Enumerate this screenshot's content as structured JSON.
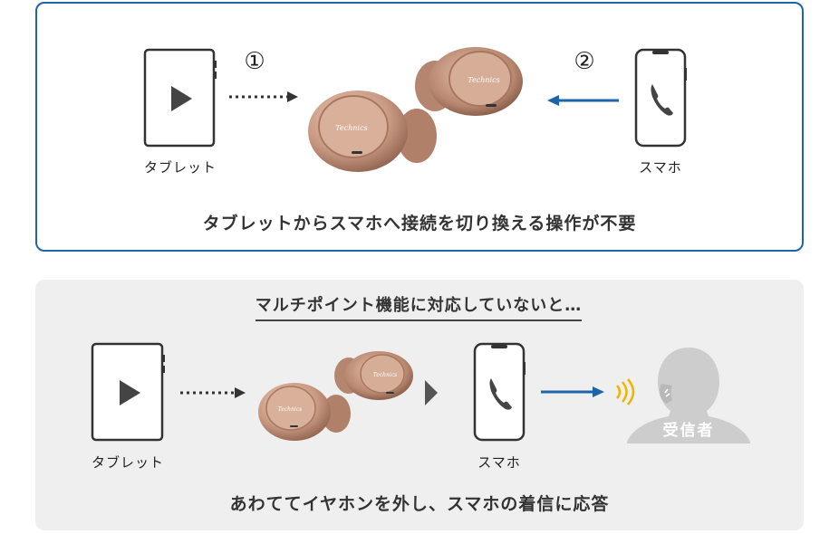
{
  "top_panel": {
    "tablet_label": "タブレット",
    "phone_label": "スマホ",
    "step1": "①",
    "step2": "②",
    "caption": "タブレットからスマホへ接続を切り換える操作が不要",
    "earbud_brand": "Technics"
  },
  "bottom_panel": {
    "heading": "マルチポイント機能に対応していないと…",
    "tablet_label": "タブレット",
    "phone_label": "スマホ",
    "receiver_label": "受信者",
    "caption": "あわててイヤホンを外し、スマホの着信に応答",
    "earbud_brand": "Technics"
  },
  "colors": {
    "accent_blue": "#1e64a8",
    "earbud_copper": "#c99a83",
    "ring_yellow": "#f0b400",
    "silhouette_gray": "#cdcdcd"
  }
}
